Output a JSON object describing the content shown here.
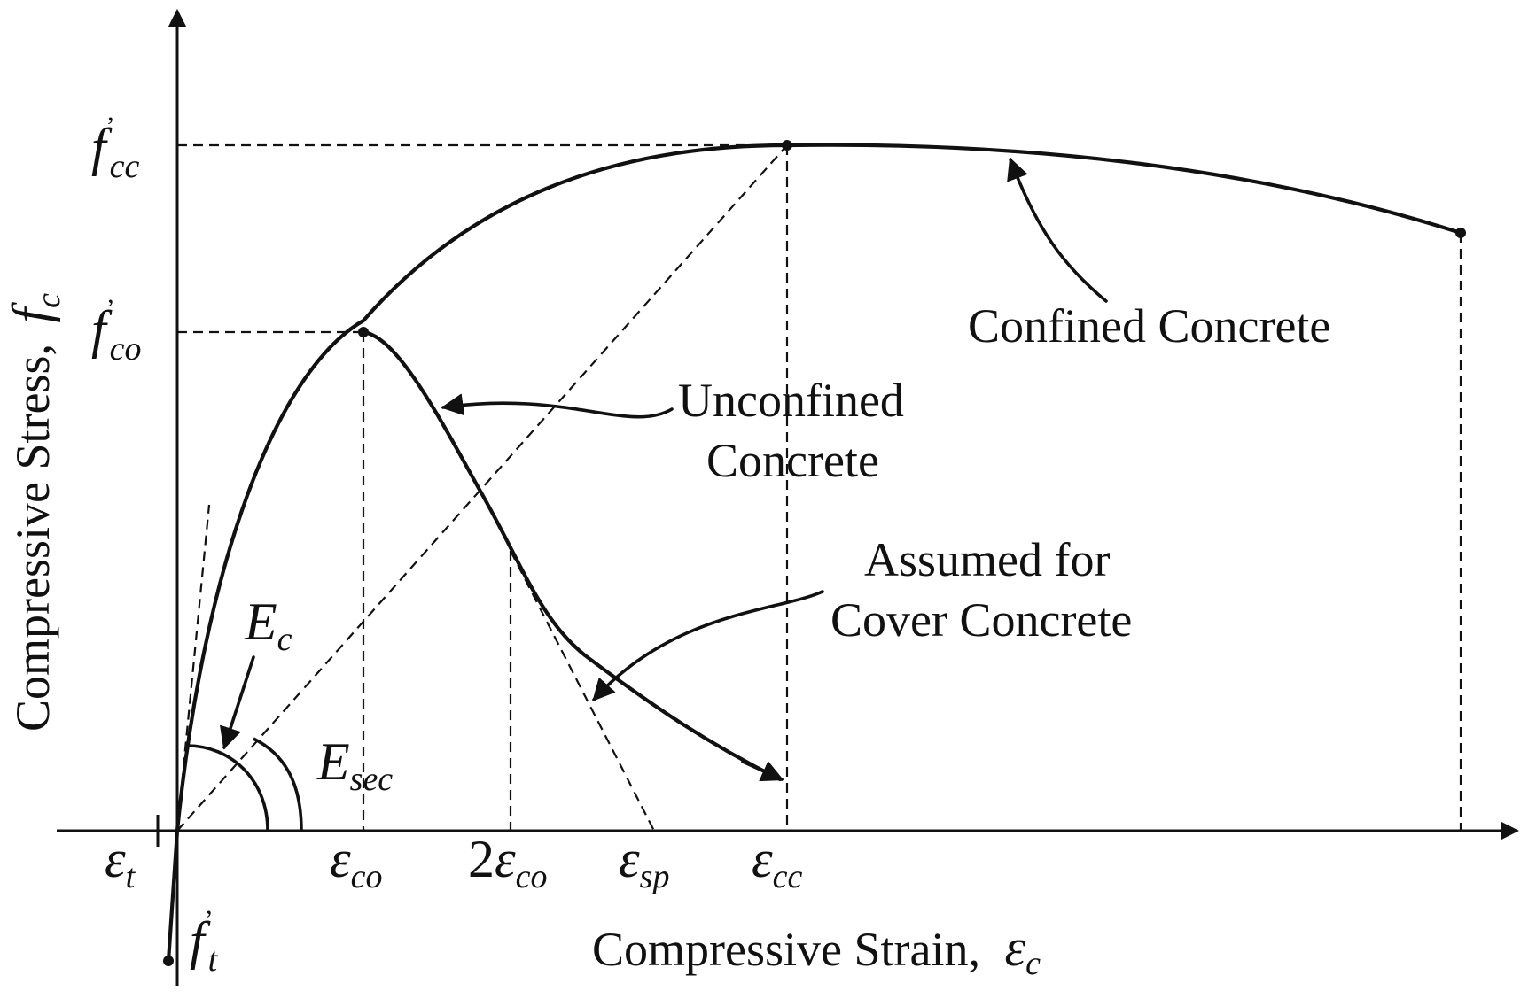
{
  "axes": {
    "x_label_text": "Compressive Strain,",
    "x_label_symbol": "ε",
    "x_label_subscript": "c",
    "y_label_text": "Compressive Stress,",
    "y_label_symbol": "f",
    "y_label_subscript": "c"
  },
  "y_ticks": {
    "fcc": {
      "symbol": "f",
      "prime": "’",
      "subscript": "cc"
    },
    "fco": {
      "symbol": "f",
      "prime": "’",
      "subscript": "co"
    }
  },
  "x_ticks": {
    "et": {
      "symbol": "ε",
      "subscript": "t"
    },
    "eco": {
      "symbol": "ε",
      "subscript": "co"
    },
    "e2co": {
      "prefix": "2",
      "symbol": "ε",
      "subscript": "co"
    },
    "esp": {
      "symbol": "ε",
      "subscript": "sp"
    },
    "ecc": {
      "symbol": "ε",
      "subscript": "cc"
    }
  },
  "tension": {
    "symbol": "f",
    "prime": "’",
    "subscript": "t"
  },
  "moduli": {
    "ec": {
      "symbol": "E",
      "subscript": "c"
    },
    "esec": {
      "symbol": "E",
      "subscript": "sec"
    }
  },
  "annotations": {
    "confined": "Confined Concrete",
    "unconfined_line1": "Unconfined",
    "unconfined_line2": "Concrete",
    "cover_line1": "Assumed for",
    "cover_line2": "Cover Concrete"
  },
  "colors": {
    "ink": "#111111",
    "background": "#ffffff"
  }
}
